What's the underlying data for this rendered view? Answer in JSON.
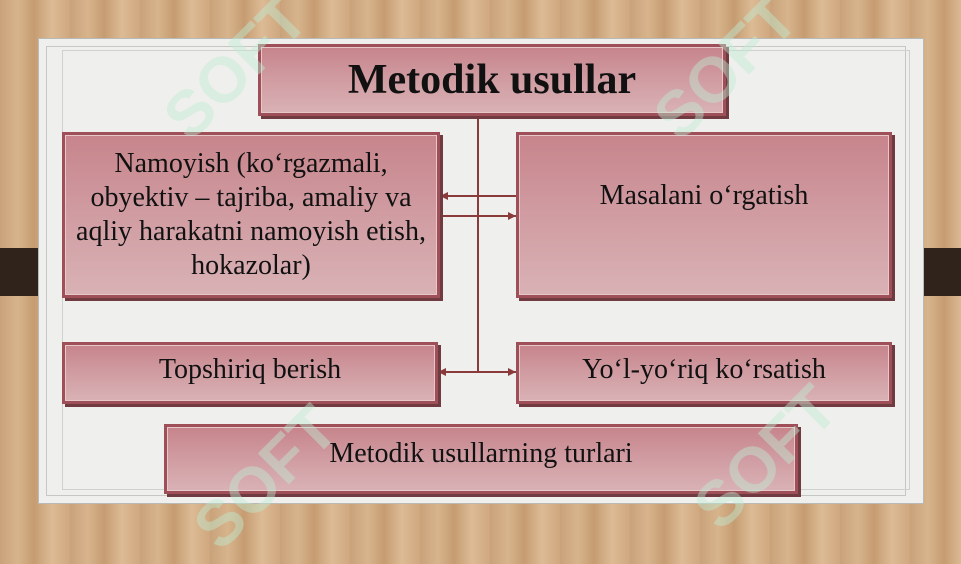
{
  "diagram": {
    "title": "Metodik usullar",
    "nodes": {
      "demonstration": "Namoyish (koʻrgazmali, obyektiv – tajriba, amaliy va aqliy harakatni namoyish etish, hokazolar)",
      "teaching_task": "Masalani oʻrgatish",
      "assigning": "Topshiriq berish",
      "guidance": "Yoʻl-yoʻriq koʻrsatish",
      "types": "Metodik usullarning turlari"
    }
  },
  "watermark": {
    "text": "SOFT",
    "color": "#bfead2"
  },
  "colors": {
    "box_fill": "#cf9aa0",
    "box_border": "#9e4f58",
    "connector": "#8a3a3a",
    "panel": "#efefed"
  }
}
